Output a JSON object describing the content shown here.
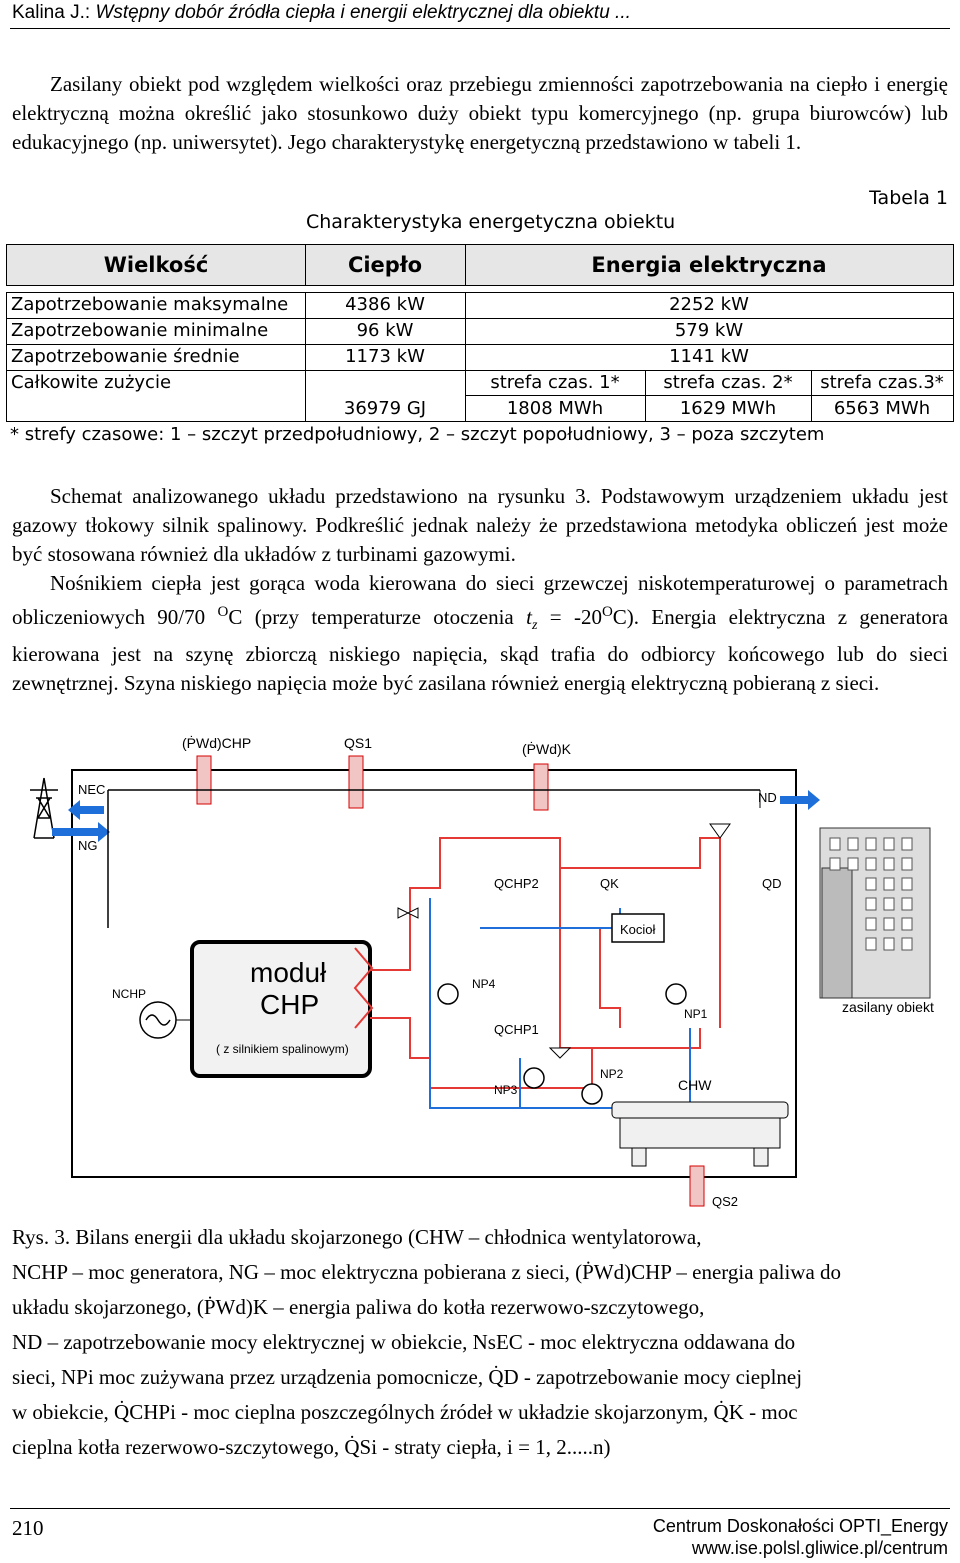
{
  "header": {
    "author": "Kalina J.:",
    "title": "Wstępny dobór źródła ciepła i energii elektrycznej dla obiektu ..."
  },
  "intro": "Zasilany obiekt pod względem wielkości oraz przebiegu zmienności zapotrzebowania na ciepło i energię elektryczną można określić jako stosunkowo duży obiekt typu komercyjnego (np. grupa biurowców) lub edukacyjnego (np. uniwersytet). Jego charakterystykę energetyczną przedstawiono w tabeli 1.",
  "table": {
    "number": "Tabela 1",
    "caption": "Charakterystyka energetyczna obiektu",
    "headers": [
      "Wielkość",
      "Ciepło",
      "Energia elektryczna"
    ],
    "rows": [
      {
        "label": "Zapotrzebowanie maksymalne",
        "heat": "4386 kW",
        "elec": "2252 kW"
      },
      {
        "label": "Zapotrzebowanie minimalne",
        "heat": "96 kW",
        "elec": "579 kW"
      },
      {
        "label": "Zapotrzebowanie średnie",
        "heat": "1173 kW",
        "elec": "1141 kW"
      }
    ],
    "total": {
      "label": "Całkowite zużycie",
      "heat": "36979 GJ",
      "zones": [
        "strefa czas. 1*",
        "strefa czas. 2*",
        "strefa czas.3*"
      ],
      "values": [
        "1808 MWh",
        "1629 MWh",
        "6563 MWh"
      ]
    },
    "footnote": "* strefy czasowe: 1 – szczyt przedpołudniowy, 2 – szczyt popołudniowy, 3 – poza szczytem"
  },
  "para2": "Schemat analizowanego układu przedstawiono na rysunku 3. Podstawowym urządzeniem układu jest gazowy tłokowy silnik spalinowy. Podkreślić jednak należy że przedstawiona metodyka obliczeń jest może być stosowana również dla układów z turbinami gazowymi.",
  "para3": {
    "part1": "Nośnikiem ciepła jest gorąca woda kierowana do sieci grzewczej niskotemperaturowej o parametrach obliczeniowych 90/70",
    "part2": "C (przy temperaturze otoczenia",
    "part3": "= -20",
    "part4": "C). Energia elektryczna z generatora kierowana jest na szynę zbiorczą niskiego napięcia, skąd trafia do odbiorcy końcowego lub do sieci zewnętrznej. Szyna niskiego napięcia może być zasilana również energią elektryczną pobieraną z sieci.",
    "sup": "O",
    "t": "t",
    "z": "z"
  },
  "figure": {
    "module_title1": "moduł",
    "module_title2": "CHP",
    "module_sub": "( z silnikiem spalinowym)",
    "boiler": "Kocioł",
    "chw": "CHW",
    "building": "zasilany obiekt",
    "labels": {
      "pwd_chp": "(ṖWd)CHP",
      "qs1": "QS1",
      "pwd_k": "(ṖWd)K",
      "nec": "NEC",
      "nd": "ND",
      "ng": "NG",
      "qchp2": "QCHP2",
      "qk": "QK",
      "qd": "QD",
      "nchp": "NCHP",
      "np4": "NP4",
      "qchp1": "QCHP1",
      "np1": "NP1",
      "np3": "NP3",
      "np2": "NP2",
      "qs2": "QS2"
    }
  },
  "caption": {
    "l1": "Rys. 3. Bilans energii dla układu skojarzonego (CHW – chłodnica wentylatorowa,",
    "l2": "NCHP – moc generatora, NG – moc elektryczna pobierana z sieci, (ṖWd)CHP – energia paliwa do",
    "l3": "układu skojarzonego, (ṖWd)K – energia paliwa do kotła rezerwowo-szczytowego,",
    "l4": "ND – zapotrzebowanie mocy elektrycznej w obiekcie, NsEC - moc elektryczna oddawana do",
    "l5": "sieci, NPi moc zużywana przez urządzenia pomocnicze, Q̇D - zapotrzebowanie mocy cieplnej",
    "l6": "w obiekcie, Q̇CHPi - moc cieplna poszczególnych źródeł w układzie skojarzonym, Q̇K - moc",
    "l7": "cieplna kotła rezerwowo-szczytowego, Q̇Si - straty ciepła, i = 1, 2.....n)"
  },
  "footer": {
    "page": "210",
    "center": "Centrum Doskonałości OPTI_Energy",
    "url": "www.ise.polsl.gliwice.pl/centrum"
  }
}
